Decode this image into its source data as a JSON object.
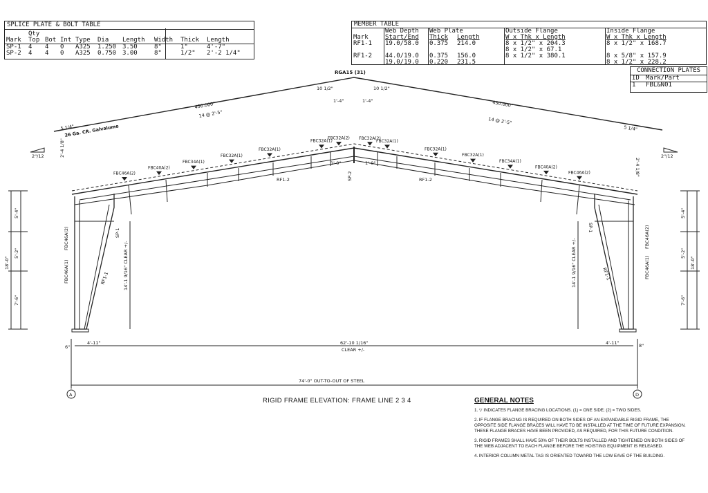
{
  "splice_table": {
    "title": "SPLICE PLATE & BOLT TABLE",
    "head1": [
      "",
      "Qty",
      "",
      "",
      "",
      "",
      "",
      "",
      "",
      ""
    ],
    "head2": [
      "Mark",
      "Top",
      "Bot",
      "Int",
      "Type",
      "Dia",
      "Length",
      "Width",
      "Thick",
      "Length"
    ],
    "rows": [
      [
        "SP-1",
        "4",
        "4",
        "0",
        "A325",
        "1.250",
        "3.50",
        "8\"",
        "1\"",
        "4'-7\""
      ],
      [
        "SP-2",
        "4",
        "4",
        "0",
        "A325",
        "0.750",
        "3.00",
        "8\"",
        "1/2\"",
        "2'-2 1/4\""
      ]
    ]
  },
  "member_table": {
    "title": "MEMBER TABLE",
    "group_headers": [
      "Web Depth",
      "Web Plate",
      "Outside Flange",
      "Inside Flange"
    ],
    "sub_headers": [
      "Mark",
      "Start/End",
      "Thick",
      "Length",
      "W x Thk x Length",
      "W x Thk x Length"
    ],
    "rows": [
      [
        "RF1-1",
        "19.0/58.0",
        "0.375",
        "214.0",
        "8 x 1/2\" x 204.3",
        "8 x 1/2\" x 168.7"
      ],
      [
        "",
        "",
        "",
        "",
        "8 x 1/2\" x 67.1",
        ""
      ],
      [
        "RF1-2",
        "44.0/19.0",
        "0.375",
        "156.0",
        "8 x 1/2\" x 380.1",
        "8 x 5/8\" x 157.9"
      ],
      [
        "",
        "19.0/19.0",
        "0.220",
        "231.5",
        "",
        "8 x 1/2\" x 228.2"
      ]
    ]
  },
  "connection_plates": {
    "title": "CONNECTION PLATES",
    "headers": [
      "ID",
      "Mark/Part"
    ],
    "rows": [
      [
        "1",
        "FBL&N01"
      ]
    ]
  },
  "drawing": {
    "ridge_label": "RGA15 (31)",
    "roof_left_len": "450.000\"",
    "roof_right_len": "450.000\"",
    "purlin_left": "14 @ 2'-5\"",
    "purlin_right": "14 @ 2'-5\"",
    "eave_left": "5 1/4\"",
    "eave_right": "5 1/4\"",
    "ridge_offset_l": "10 1/2\"",
    "ridge_offset_r": "10 1/2\"",
    "ridge_ext_l": "1'-4\"",
    "ridge_ext_r": "1'-4\"",
    "ridge_gap_l": "1'-0\"",
    "ridge_gap_r": "1'-0\"",
    "sheet_label": "26 Ga. CR. Galvalume",
    "slope_left": "2\"/12",
    "slope_right": "2\"/12",
    "rafter_left": "RF1-2",
    "rafter_right": "RF1-2",
    "col_left": "RF1-1",
    "col_right": "RF1-1",
    "splice_ridge": "SP-2",
    "splice_left": "SP-1",
    "splice_right": "SP-1",
    "haunch_left": "2'-4 1/8\"",
    "haunch_right": "2'-4 1/8\"",
    "brace_left": [
      "FBC46A(2)",
      "FBC40A(2)",
      "FBC34A(1)",
      "FBC32A(1)",
      "FBC32A(1)",
      "FBC32A(1)",
      "FBC32A(2)"
    ],
    "brace_right": [
      "FBC32A(2)",
      "FBC32A(1)",
      "FBC32A(1)",
      "FBC32A(1)",
      "FBC34A(1)",
      "FBC40A(2)",
      "FBC46A(2)"
    ],
    "col_brace_left": [
      "FBC46A(2)",
      "FBC46A(1)"
    ],
    "col_brace_right": [
      "FBC46A(2)",
      "FBC46A(1)"
    ],
    "clear_left": "14'-1 9/16\" CLEAR +/-",
    "clear_right": "14'-1 9/16\" CLEAR +/-",
    "height_total": "18'-0\"",
    "height_segs": [
      "5'-4\"",
      "5'-2\"",
      "7'-6\""
    ],
    "base_left": "4'-11\"",
    "base_right": "4'-11\"",
    "base_off_l": "6\"",
    "base_off_r": "8\"",
    "clear_span": "62'-10 1/16\"",
    "clear_span_note": "CLEAR +/-",
    "overall": "74'-0\" OUT-TO-OUT OF STEEL",
    "grid_left": "A",
    "grid_right": "D"
  },
  "caption": "RIGID FRAME ELEVATION: FRAME LINE 2 3 4",
  "notes": {
    "title": "GENERAL NOTES",
    "items": [
      "1. ▽ INDICATES FLANGE BRACING LOCATIONS.  (1) = ONE SIDE;  (2) = TWO SIDES.",
      "2. IF FLANGE BRACING IS REQUIRED ON BOTH SIDES OF AN EXPANDABLE RIGID FRAME, THE OPPOSITE SIDE FLANGE BRACES WILL HAVE TO BE INSTALLED AT THE TIME OF FUTURE EXPANSION.  THESE FLANGE BRACES HAVE BEEN PROVIDED, AS REQUIRED, FOR THIS FUTURE CONDITION.",
      "3. RIGID FRAMES SHALL HAVE 50% OF THEIR BOLTS INSTALLED AND TIGHTENED ON BOTH SIDES OF THE WEB ADJACENT TO EACH FLANGE BEFORE THE HOISTING EQUIPMENT IS RELEASED.",
      "4. INTERIOR COLUMN METAL TAG IS ORIENTED TOWARD THE LOW EAVE OF THE BUILDING."
    ]
  }
}
